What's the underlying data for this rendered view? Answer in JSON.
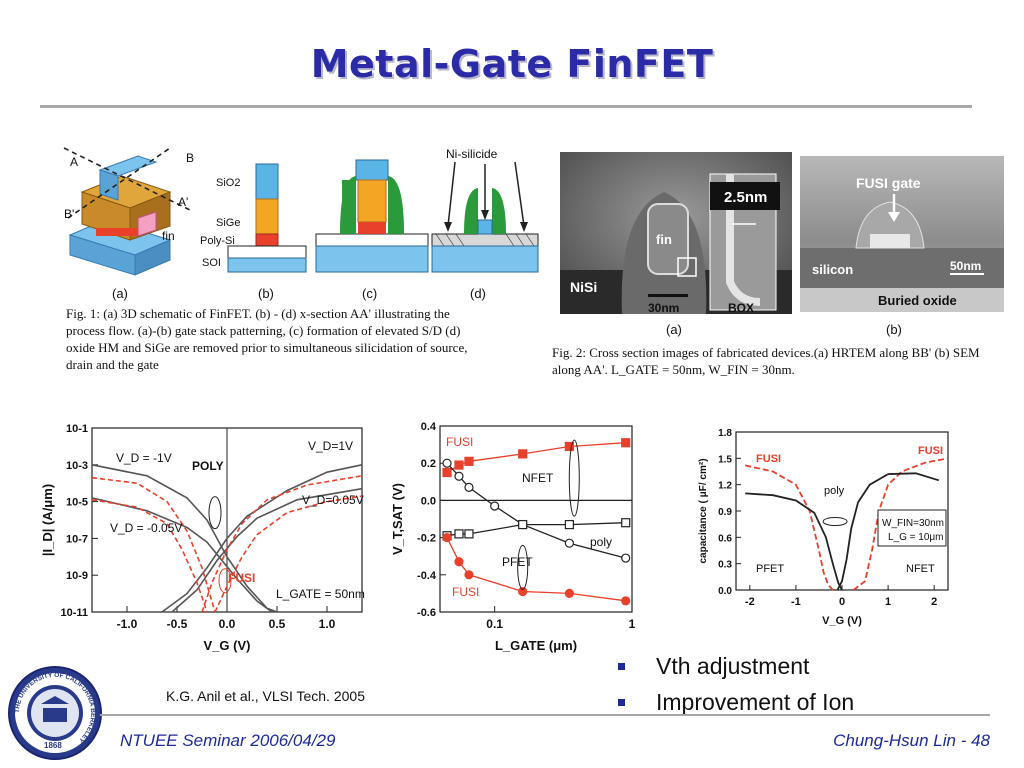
{
  "slide": {
    "title": "Metal-Gate FinFET",
    "reference": "K.G. Anil et al., VLSI Tech. 2005",
    "bullets": [
      "Vth adjustment",
      "Improvement of Ion"
    ],
    "footer_left": "NTUEE Seminar 2006/04/29",
    "footer_author": "Chung-Hsun Lin",
    "footer_page_sep": " - ",
    "footer_page": "48",
    "logo_text": "THE UNIVERSITY OF CALIFORNIA BERKELEY",
    "logo_year": "1868"
  },
  "fig1": {
    "labels": {
      "A": "A",
      "B": "B",
      "A_prime": "A'",
      "B_prime": "B'",
      "fin": "fin",
      "sio2": "SiO2",
      "sige": "SiGe",
      "polysi": "Poly-Si",
      "soi": "SOI",
      "nisilicide": "Ni-silicide"
    },
    "sublabels": [
      "(a)",
      "(b)",
      "(c)",
      "(d)"
    ],
    "caption": "Fig. 1: (a) 3D schematic of FinFET. (b) - (d) x-section AA' illustrating the process flow. (a)-(b) gate stack patterning, (c) formation of elevated S/D (d) oxide HM and SiGe are removed prior to simultaneous silicidation of source, drain and the gate"
  },
  "fig2": {
    "labels": {
      "fin": "fin",
      "nisi": "NiSi",
      "scale_a": "30nm",
      "zoom": "2.5nm",
      "box": "BOX",
      "fusi_gate": "FUSI gate",
      "silicon": "silicon",
      "scale_b": "50nm",
      "buried_oxide": "Buried oxide"
    },
    "sublabels": [
      "(a)",
      "(b)"
    ],
    "caption": "Fig. 2: Cross section images of fabricated devices.(a) HRTEM along BB' (b) SEM along AA'. L_GATE = 50nm, W_FIN = 30nm."
  },
  "colors": {
    "title": "#2b2ba8",
    "footer": "#1c2a9a",
    "fusi": "#e8402a",
    "poly": "#222222",
    "sio2": "#5ab4e6",
    "sige": "#f2a623",
    "polysi": "#e8402a",
    "spacer": "#2a9a3a"
  },
  "chart_data": [
    {
      "type": "line",
      "xlabel": "V_G (V)",
      "ylabel": "|I_D| (A/μm)",
      "xlim": [
        -1.35,
        1.35
      ],
      "ylim_log10": [
        -11,
        -1
      ],
      "xticks": [
        "-1.0",
        "-0.5",
        "0.0",
        "0.5",
        "1.0"
      ],
      "yticks": [
        "10^-1",
        "10^-3",
        "10^-5",
        "10^-7",
        "10^-9",
        "10^-11"
      ],
      "annotations": [
        "V_D = -1V",
        "V_D=1V",
        "V_D=0.05V",
        "V_D = -0.05V",
        "POLY",
        "FUSI",
        "L_GATE = 50nm"
      ],
      "series": [
        {
          "name": "POLY",
          "style": "solid",
          "x": [
            -1.35,
            -0.8,
            -0.4,
            -0.2,
            -0.08,
            0.0,
            0.2,
            0.4,
            0.5
          ],
          "y": [
            -3.0,
            -3.6,
            -4.8,
            -6.0,
            -7.2,
            -8.0,
            -9.6,
            -10.8,
            -11.0
          ]
        },
        {
          "name": "POLY",
          "style": "solid",
          "x": [
            -1.35,
            -0.8,
            -0.4,
            -0.2,
            -0.05,
            0.1,
            0.3,
            0.45
          ],
          "y": [
            -4.8,
            -5.5,
            -6.4,
            -7.2,
            -8.2,
            -9.2,
            -10.4,
            -11.0
          ]
        },
        {
          "name": "POLY",
          "style": "solid",
          "x": [
            -0.65,
            -0.4,
            -0.2,
            0.0,
            0.2,
            0.6,
            1.0,
            1.35
          ],
          "y": [
            -11.0,
            -10.0,
            -8.6,
            -7.0,
            -5.8,
            -4.4,
            -3.4,
            -3.0
          ]
        },
        {
          "name": "POLY",
          "style": "solid",
          "x": [
            -0.55,
            -0.3,
            -0.1,
            0.1,
            0.3,
            0.7,
            1.35
          ],
          "y": [
            -11.0,
            -9.8,
            -8.2,
            -6.9,
            -5.9,
            -4.9,
            -4.3
          ]
        },
        {
          "name": "FUSI",
          "style": "dashed",
          "x": [
            -1.35,
            -0.9,
            -0.6,
            -0.4,
            -0.25,
            -0.12
          ],
          "y": [
            -3.7,
            -4.0,
            -5.0,
            -6.6,
            -8.6,
            -11.0
          ]
        },
        {
          "name": "FUSI",
          "style": "dashed",
          "x": [
            -1.35,
            -0.9,
            -0.6,
            -0.45,
            -0.3,
            -0.2
          ],
          "y": [
            -4.9,
            -5.3,
            -6.2,
            -7.6,
            -9.4,
            -11.0
          ]
        },
        {
          "name": "FUSI",
          "style": "dashed",
          "x": [
            -0.25,
            -0.15,
            0.0,
            0.15,
            0.4,
            0.8,
            1.35
          ],
          "y": [
            -11.0,
            -9.4,
            -7.6,
            -6.2,
            -4.9,
            -4.1,
            -3.6
          ]
        },
        {
          "name": "FUSI",
          "style": "dashed",
          "x": [
            -0.12,
            0.0,
            0.15,
            0.3,
            0.6,
            1.0,
            1.35
          ],
          "y": [
            -11.0,
            -9.6,
            -8.0,
            -6.8,
            -5.6,
            -5.0,
            -4.7
          ]
        }
      ]
    },
    {
      "type": "scatter",
      "xlabel": "L_GATE (μm)",
      "ylabel": "V_T,SAT (V)",
      "xscale": "log",
      "xlim": [
        0.04,
        1.0
      ],
      "ylim": [
        -0.6,
        0.4
      ],
      "xticks": [
        "0.1",
        "1"
      ],
      "yticks": [
        "0.4",
        "0.2",
        "0.0",
        "-0.2",
        "-0.4",
        "-0.6"
      ],
      "annotations": [
        "FUSI",
        "NFET",
        "poly",
        "PFET",
        "FUSI"
      ],
      "series": [
        {
          "name": "FUSI",
          "group": "NFET",
          "marker": "filled-square",
          "color": "#e8402a",
          "x": [
            0.045,
            0.055,
            0.065,
            0.16,
            0.35,
            0.9
          ],
          "y": [
            0.15,
            0.19,
            0.21,
            0.25,
            0.29,
            0.31
          ]
        },
        {
          "name": "poly",
          "group": "NFET",
          "marker": "open-circle",
          "color": "#222222",
          "x": [
            0.045,
            0.055,
            0.065,
            0.1,
            0.16,
            0.35,
            0.9
          ],
          "y": [
            0.2,
            0.13,
            0.07,
            -0.03,
            -0.13,
            -0.23,
            -0.31
          ]
        },
        {
          "name": "poly",
          "group": "PFET",
          "marker": "open-square",
          "color": "#222222",
          "x": [
            0.045,
            0.055,
            0.065,
            0.16,
            0.35,
            0.9
          ],
          "y": [
            -0.19,
            -0.18,
            -0.18,
            -0.13,
            -0.13,
            -0.12
          ]
        },
        {
          "name": "FUSI",
          "group": "PFET",
          "marker": "filled-circle",
          "color": "#e8402a",
          "x": [
            0.045,
            0.055,
            0.065,
            0.16,
            0.35,
            0.9
          ],
          "y": [
            -0.2,
            -0.33,
            -0.4,
            -0.49,
            -0.5,
            -0.54
          ]
        }
      ]
    },
    {
      "type": "line",
      "xlabel": "V_G (V)",
      "ylabel": "capacitance ( μF/ cm²)",
      "xlim": [
        -2.3,
        2.3
      ],
      "ylim": [
        0.0,
        1.8
      ],
      "xticks": [
        "-2",
        "-1",
        "0",
        "1",
        "2"
      ],
      "yticks": [
        "1.8",
        "1.5",
        "1.2",
        "0.9",
        "0.6",
        "0.3",
        "0.0"
      ],
      "annotations": [
        "FUSI",
        "FUSI",
        "poly",
        "PFET",
        "NFET",
        "W_FIN=30nm",
        "L_G = 10μm"
      ],
      "series": [
        {
          "name": "FUSI",
          "style": "dashed",
          "color": "#e8402a",
          "x": [
            -2.1,
            -1.5,
            -1.0,
            -0.7,
            -0.5,
            -0.4,
            -0.3,
            -0.2
          ],
          "y": [
            1.42,
            1.35,
            1.2,
            0.9,
            0.45,
            0.2,
            0.06,
            0.0
          ]
        },
        {
          "name": "FUSI",
          "style": "dashed",
          "color": "#e8402a",
          "x": [
            0.25,
            0.5,
            0.65,
            0.8,
            1.0,
            1.3,
            1.8,
            2.3
          ],
          "y": [
            0.0,
            0.1,
            0.45,
            0.9,
            1.2,
            1.35,
            1.45,
            1.5
          ]
        },
        {
          "name": "poly",
          "style": "solid",
          "color": "#222222",
          "x": [
            -2.1,
            -1.5,
            -1.0,
            -0.6,
            -0.35,
            -0.2,
            -0.08,
            0.0
          ],
          "y": [
            1.1,
            1.08,
            1.02,
            0.88,
            0.6,
            0.3,
            0.08,
            0.0
          ]
        },
        {
          "name": "poly",
          "style": "solid",
          "color": "#222222",
          "x": [
            -0.1,
            0.0,
            0.1,
            0.2,
            0.35,
            0.6,
            1.0,
            1.6,
            2.1
          ],
          "y": [
            0.0,
            0.1,
            0.35,
            0.7,
            1.0,
            1.2,
            1.32,
            1.33,
            1.25
          ]
        }
      ]
    }
  ]
}
